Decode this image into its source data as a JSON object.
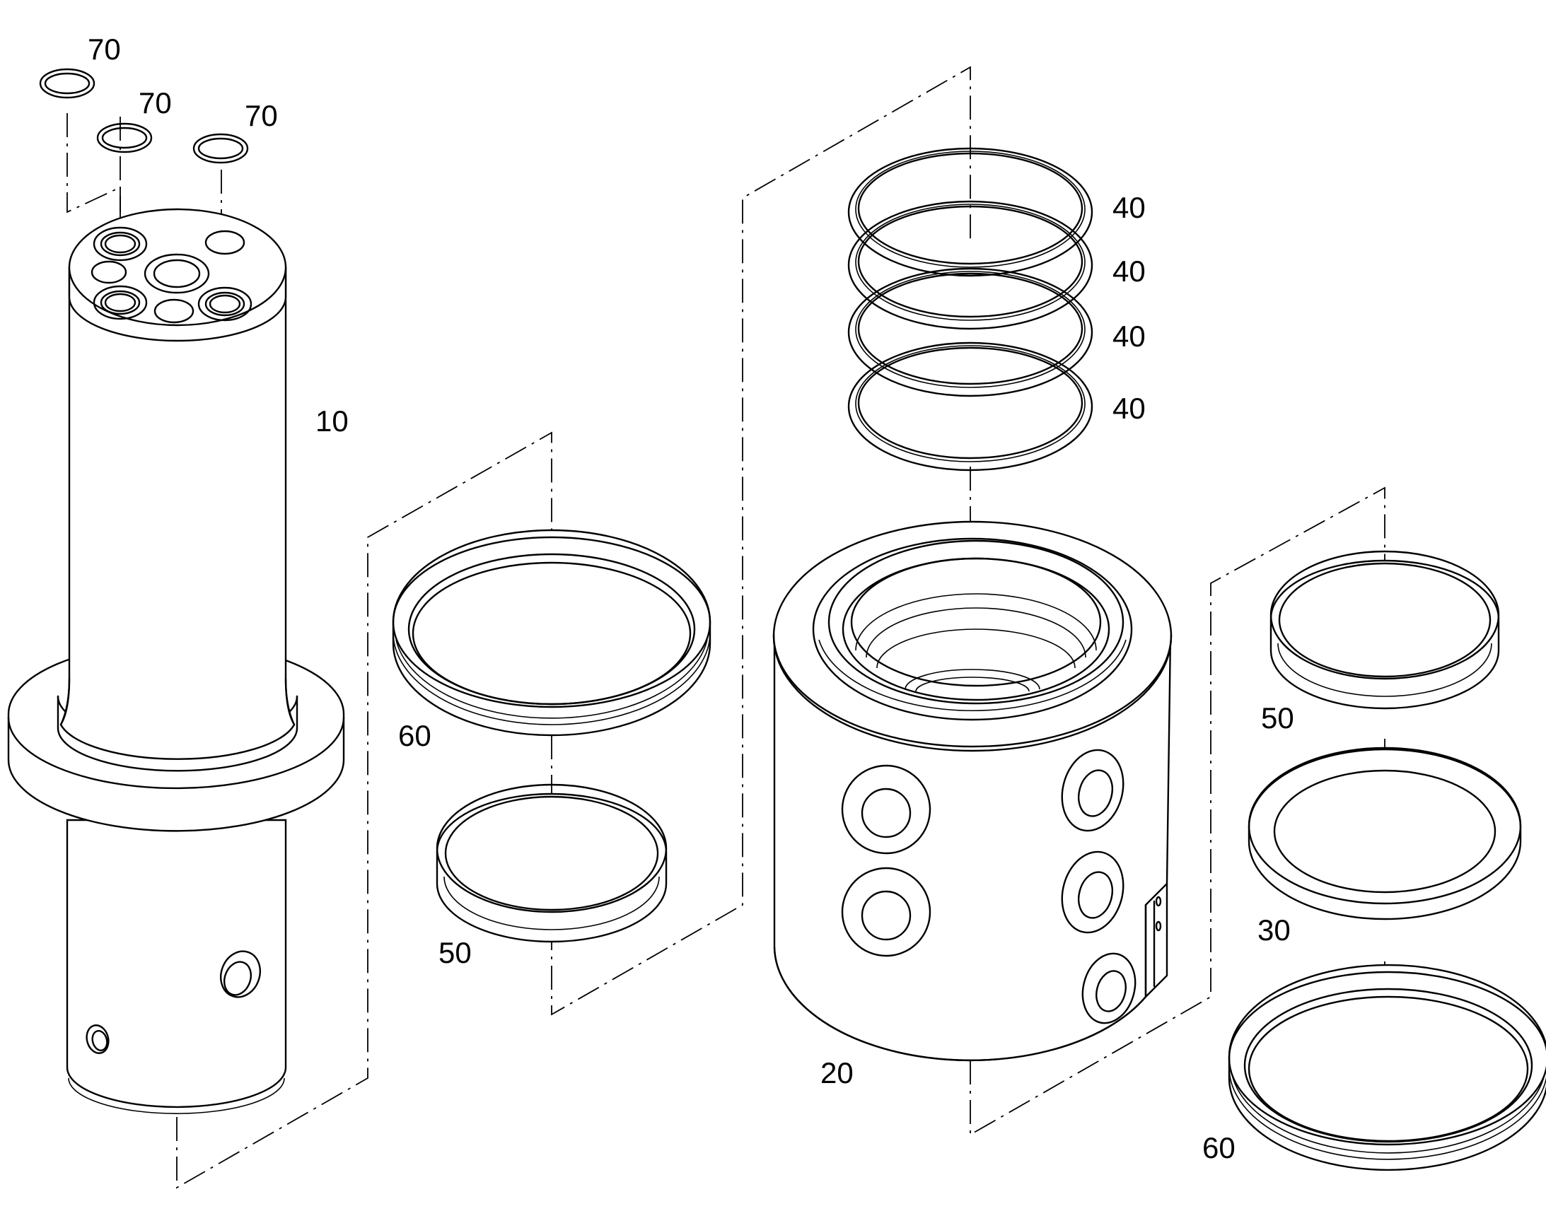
{
  "callouts": {
    "c70a": "70",
    "c70b": "70",
    "c70c": "70",
    "c10": "10",
    "c40a": "40",
    "c40b": "40",
    "c40c": "40",
    "c40d": "40",
    "c60a": "60",
    "c50a": "50",
    "c20": "20",
    "c50b": "50",
    "c30": "30",
    "c60b": "60"
  }
}
